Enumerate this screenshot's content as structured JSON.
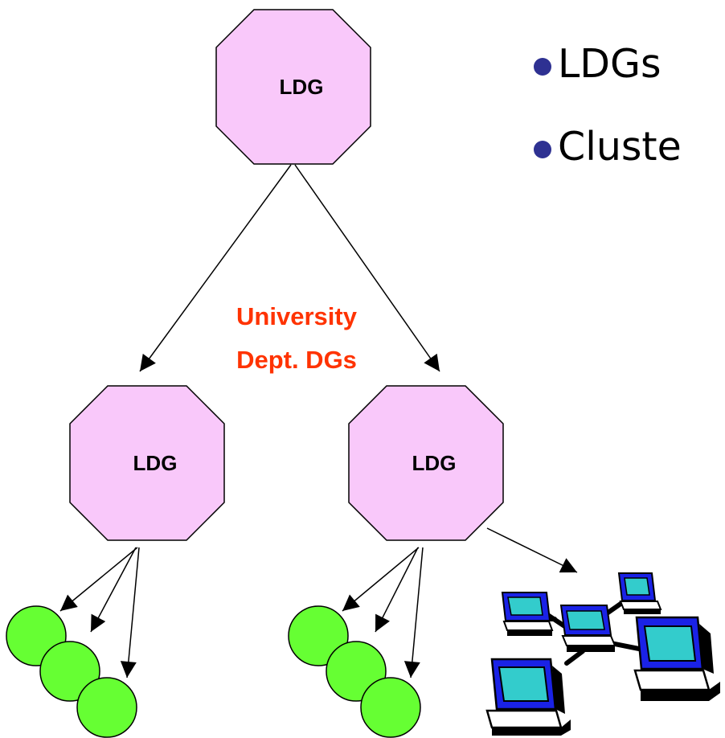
{
  "colors": {
    "ldg_fill": "#f9c8fa",
    "caption": "#ff3300",
    "member": "#66ff33",
    "bullet": "#2e3192",
    "computer_body": "#1a22e6",
    "computer_screen": "#33cccc"
  },
  "diagram": {
    "top_node": {
      "label": "LDG"
    },
    "left_node": {
      "label": "LDG"
    },
    "right_node": {
      "label": "LDG"
    },
    "caption": {
      "line1": "University",
      "line2": "Dept. DGs"
    },
    "cluster_icon": "networked-computers-icon",
    "member_icon": "member-circle-icon"
  },
  "bullets": [
    {
      "text": "LDGs"
    },
    {
      "text": "Cluste"
    }
  ]
}
